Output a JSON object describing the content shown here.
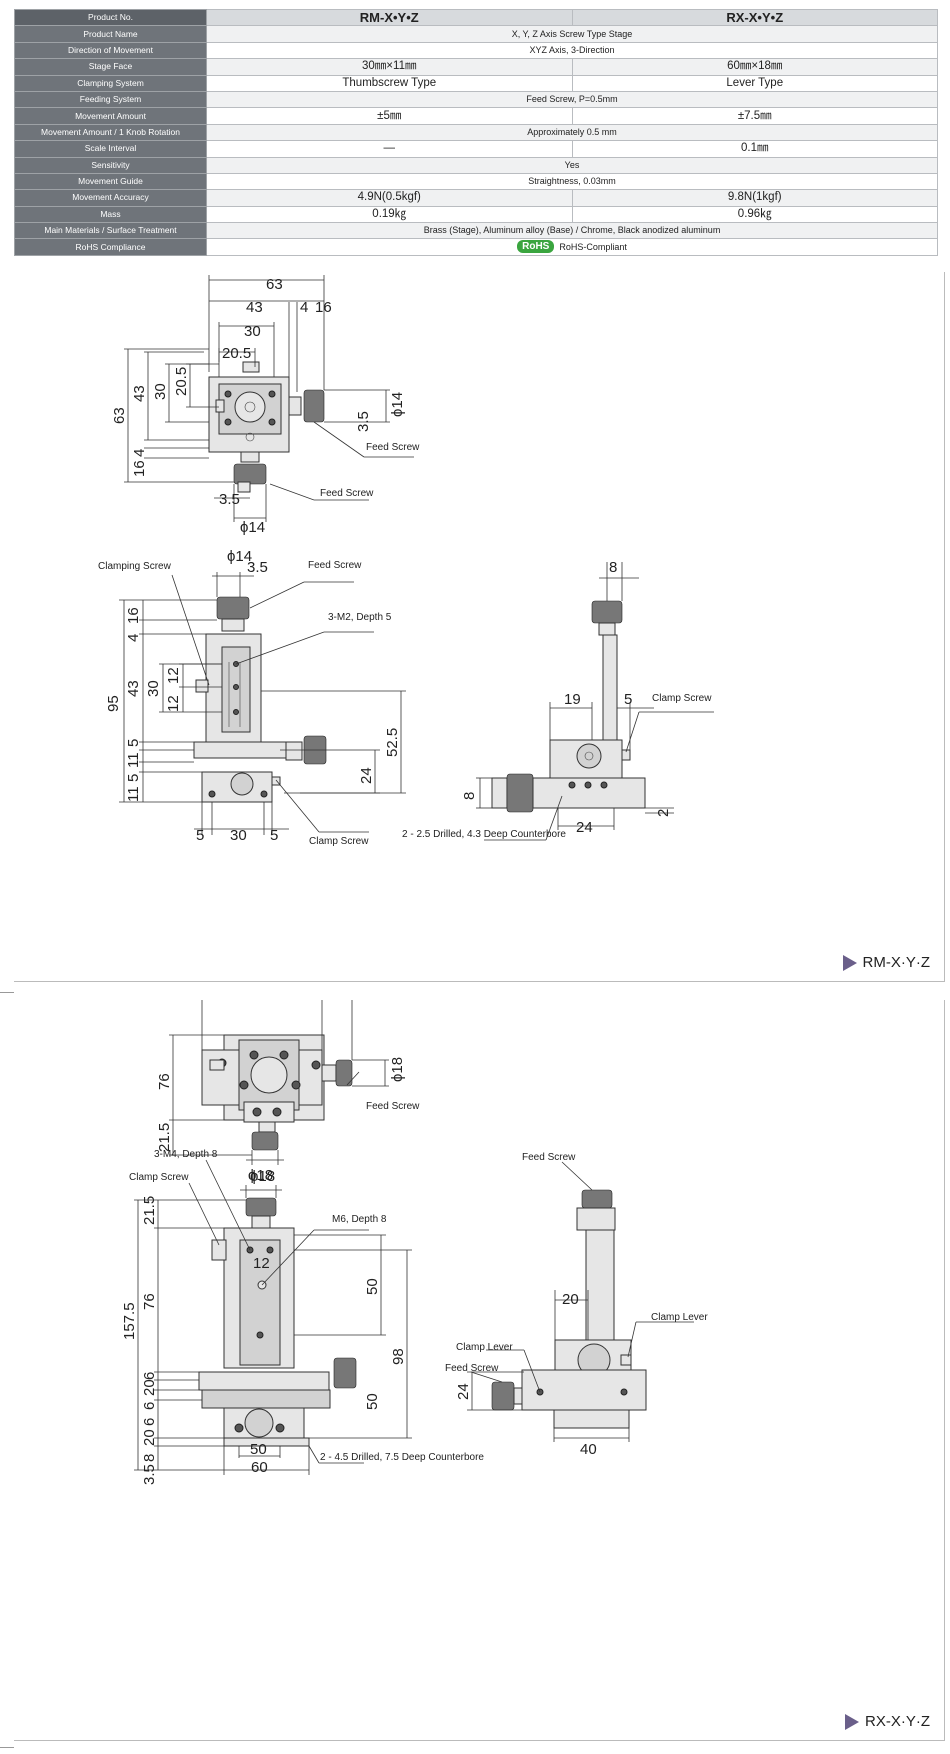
{
  "spec": {
    "header": {
      "label": "Product No.",
      "models": [
        "RM-X•Y•Z",
        "RX-X•Y•Z"
      ]
    },
    "rows": [
      {
        "label": "Product Name",
        "common": "X, Y, Z Axis Screw Type Stage"
      },
      {
        "label": "Direction of Movement",
        "common": "XYZ Axis, 3-Direction"
      },
      {
        "label": "Stage Face",
        "values": [
          "30㎜×11㎜",
          "60㎜×18㎜"
        ]
      },
      {
        "label": "Clamping System",
        "values": [
          "Thumbscrew Type",
          "Lever Type"
        ]
      },
      {
        "label": "Feeding System",
        "common": "Feed Screw, P=0.5mm"
      },
      {
        "label": "Movement Amount",
        "values": [
          "±5㎜",
          "±7.5㎜"
        ]
      },
      {
        "label": "Movement Amount / 1 Knob Rotation",
        "common": "Approximately 0.5 mm"
      },
      {
        "label": "Scale Interval",
        "values": [
          "—",
          "0.1㎜"
        ]
      },
      {
        "label": "Sensitivity",
        "common": "Yes"
      },
      {
        "label": "Movement Guide",
        "common": "Straightness, 0.03mm"
      },
      {
        "label": "Movement Accuracy",
        "values": [
          "4.9N(0.5kgf)",
          "9.8N(1kgf)"
        ]
      },
      {
        "label": "Mass",
        "values": [
          "0.19㎏",
          "0.96㎏"
        ]
      },
      {
        "label": "Main Materials / Surface Treatment",
        "common": "Brass (Stage), Aluminum alloy (Base) / Chrome, Black anodized aluminum"
      },
      {
        "label": "RoHS Compliance",
        "badge": "RoHS",
        "common": "RoHS-Compliant"
      }
    ]
  },
  "drawing1": {
    "model": "RM-X·Y·Z",
    "labels": {
      "feed_screw": "Feed Screw",
      "clamping_screw": "Clamping Screw",
      "m2": "3-M2, Depth 5",
      "clamp_screw": "Clamp Screw",
      "drilled": "2 - 2.5 Drilled, 4.3 Deep Counterbore"
    },
    "dims": {
      "d63": "63",
      "d43": "43",
      "d4": "4",
      "d16": "16",
      "d30": "30",
      "d20_5": "20.5",
      "d14": "ϕ14",
      "d3_5": "3.5",
      "d12": "12",
      "d95": "95",
      "d11": "11",
      "d5": "5",
      "d52_5": "52.5",
      "d24": "24",
      "d8": "8",
      "d19": "19",
      "d2": "2"
    }
  },
  "drawing2": {
    "model": "RX-X·Y·Z",
    "labels": {
      "feed_screw": "Feed Screw",
      "m4": "3-M4, Depth 8",
      "clamp_screw": "Clamp Screw",
      "m6": "M6, Depth 8",
      "clamp_lever": "Clamp Lever",
      "drilled": "2 - 4.5 Drilled, 7.5 Deep Counterbore"
    },
    "dims": {
      "d76": "76",
      "d21_5": "21.5",
      "d18": "ϕ18",
      "d12": "12",
      "d50": "50",
      "d157_5": "157.5",
      "d6": "6",
      "d20": "20",
      "d8": "8",
      "d3_5": "3.5",
      "d98": "98",
      "d60": "60",
      "d24": "24",
      "d40": "40"
    }
  }
}
